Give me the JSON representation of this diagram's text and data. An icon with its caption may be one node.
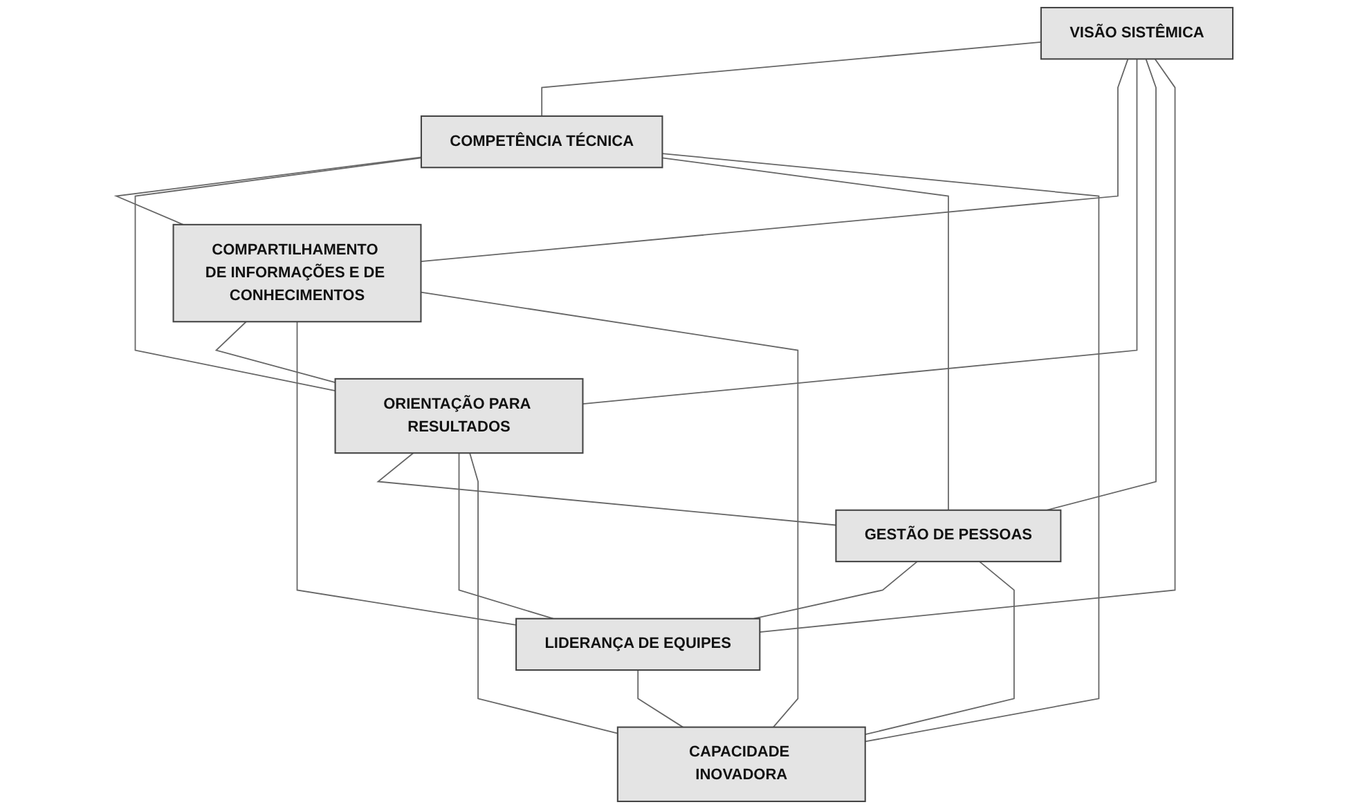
{
  "diagram": {
    "nodes": [
      {
        "text": [
          "VISÃO SISTÊMICA"
        ]
      },
      {
        "text": [
          "COMPETÊNCIA TÉCNICA"
        ]
      },
      {
        "text": [
          "COMPARTILHAMENTO DE INFORMAÇÕES E DE CONHECIMENTOS"
        ]
      },
      {
        "text": [
          "ORIENTAÇÃO PARA RESULTADOS"
        ]
      },
      {
        "text": [
          "GESTÃO DE PESSOAS"
        ]
      },
      {
        "text": [
          "LIDERANÇA DE EQUIPES"
        ]
      },
      {
        "text": [
          "CAPACIDADE INOVADORA"
        ]
      }
    ],
    "edges": [
      {
        "from": 0,
        "to": 1,
        "arrow": "none"
      },
      {
        "from": 0,
        "to": 2,
        "arrow": "none"
      },
      {
        "from": 0,
        "to": 3,
        "arrow": "none"
      },
      {
        "from": 0,
        "to": 4,
        "arrow": "none"
      },
      {
        "from": 0,
        "to": 5,
        "arrow": "none"
      },
      {
        "from": 1,
        "to": 2,
        "arrow": "none"
      },
      {
        "from": 1,
        "to": 3,
        "arrow": "none"
      },
      {
        "from": 1,
        "to": 4,
        "arrow": "none"
      },
      {
        "from": 1,
        "to": 6,
        "arrow": "none"
      },
      {
        "from": 2,
        "to": 3,
        "arrow": "none"
      },
      {
        "from": 2,
        "to": 5,
        "arrow": "none"
      },
      {
        "from": 2,
        "to": 6,
        "arrow": "none"
      },
      {
        "from": 3,
        "to": 4,
        "arrow": "none"
      },
      {
        "from": 3,
        "to": 5,
        "arrow": "none"
      },
      {
        "from": 3,
        "to": 6,
        "arrow": "none"
      },
      {
        "from": 4,
        "to": 5,
        "arrow": "none"
      },
      {
        "from": 4,
        "to": 6,
        "arrow": "none"
      },
      {
        "from": 5,
        "to": 6,
        "arrow": "none"
      }
    ]
  }
}
